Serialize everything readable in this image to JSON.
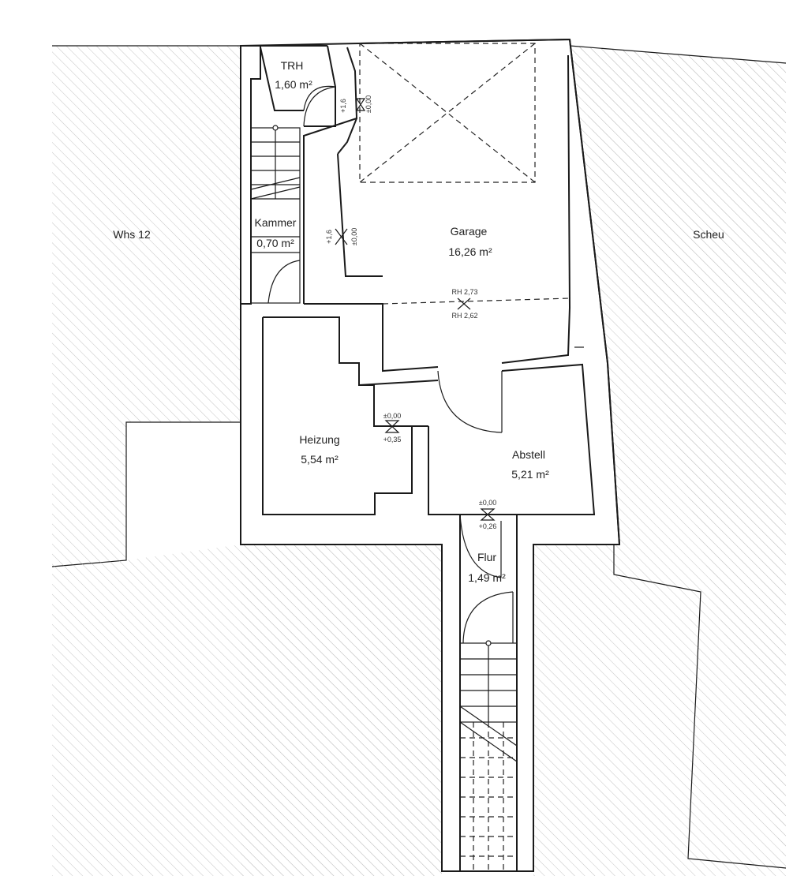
{
  "rooms": {
    "trh": {
      "name": "TRH",
      "area": "1,60 m²"
    },
    "kammer": {
      "name": "Kammer",
      "area": "0,70 m²"
    },
    "garage": {
      "name": "Garage",
      "area": "16,26 m²"
    },
    "heizung": {
      "name": "Heizung",
      "area": "5,54 m²"
    },
    "abstell": {
      "name": "Abstell",
      "area": "5,21 m²"
    },
    "flur": {
      "name": "Flur",
      "area": "1,49 m²"
    }
  },
  "neighbors": {
    "left": "Whs 12",
    "right": "Scheu"
  },
  "levels": {
    "trh_1": "+1,6",
    "trh_2": "±0,00",
    "kammer_1": "+1,6",
    "kammer_2": "±0,00",
    "garage_top": "RH 2,73",
    "garage_bottom": "RH 2,62",
    "heizung_top": "±0,00",
    "heizung_bottom": "+0,35",
    "abstell_top": "±0,00",
    "abstell_bottom": "+0,26"
  }
}
